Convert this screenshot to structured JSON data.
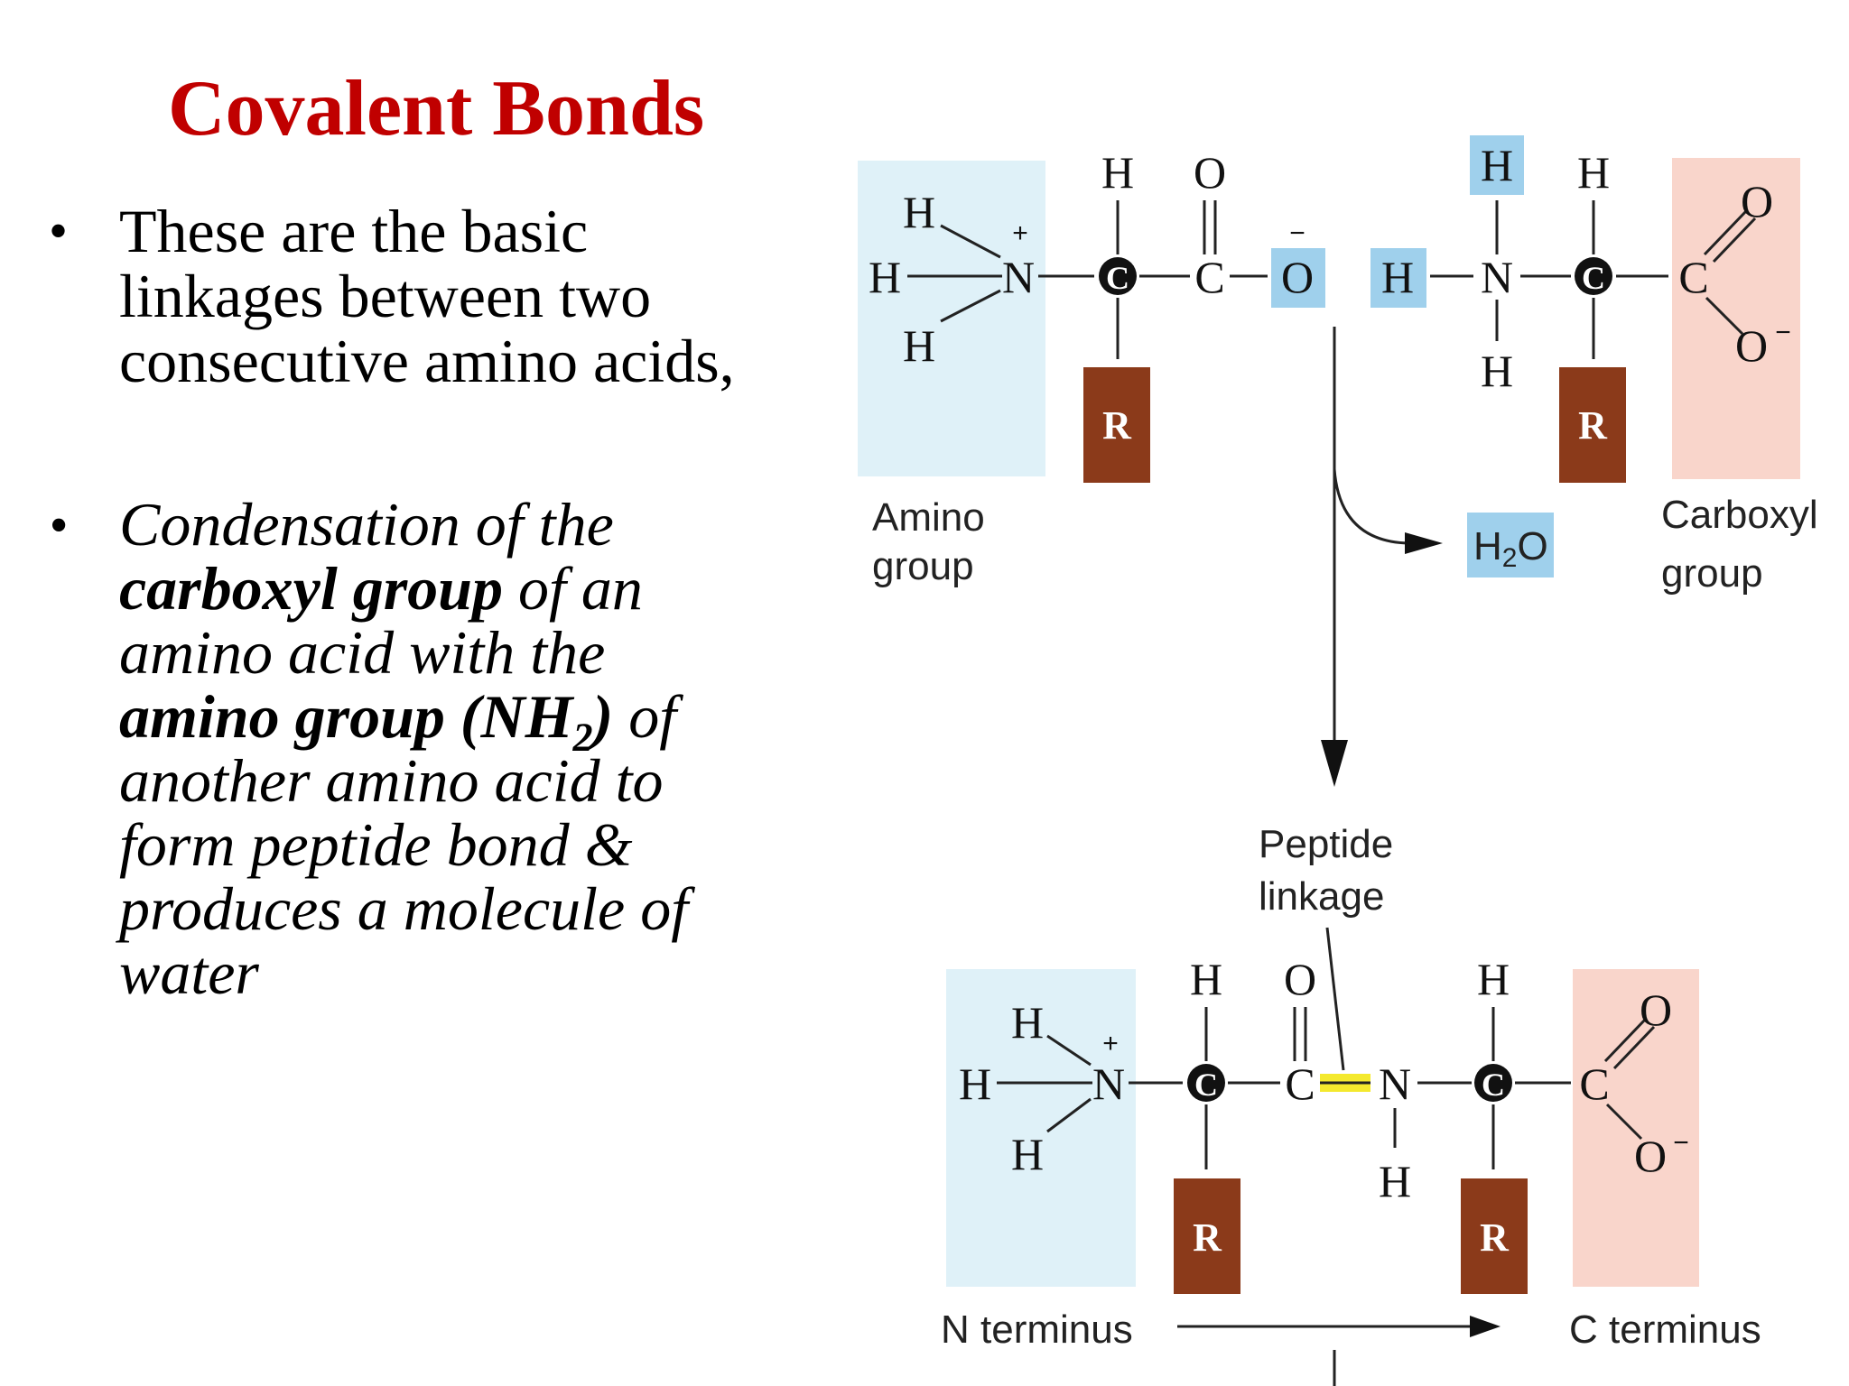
{
  "slide": {
    "title": "Covalent Bonds",
    "bullet_glyph": "•",
    "bullet1": "These are the basic linkages between two consecutive amino acids,",
    "bullet2": {
      "t1": "Condensation of the ",
      "b1": "carboxyl group",
      "t2": " of an amino acid  with the ",
      "b2a": "amino group (NH",
      "b2sub": "2",
      "b2b": ")",
      "t3": " of another amino acid to form peptide bond & produces a molecule of water"
    }
  },
  "diagram": {
    "atoms": {
      "H": "H",
      "N": "N",
      "C": "C",
      "O": "O",
      "R": "R",
      "O_minus": "O",
      "minus": "−",
      "plus": "+"
    },
    "labels": {
      "amino_group_1": "Amino",
      "amino_group_2": "group",
      "carboxyl_group_1": "Carboxyl",
      "carboxyl_group_2": "group",
      "water": "H",
      "water_sub": "2",
      "water_o": "O",
      "peptide_linkage_1": "Peptide",
      "peptide_linkage_2": "linkage",
      "n_terminus": "N terminus",
      "c_terminus": "C terminus"
    },
    "colors": {
      "amino_highlight": "#dff1f8",
      "carboxyl_highlight": "#f9d5cb",
      "removed_atom_highlight": "#9fd0ec",
      "r_group": "#8b3a1a",
      "peptide_bond": "#f4e92e"
    }
  }
}
